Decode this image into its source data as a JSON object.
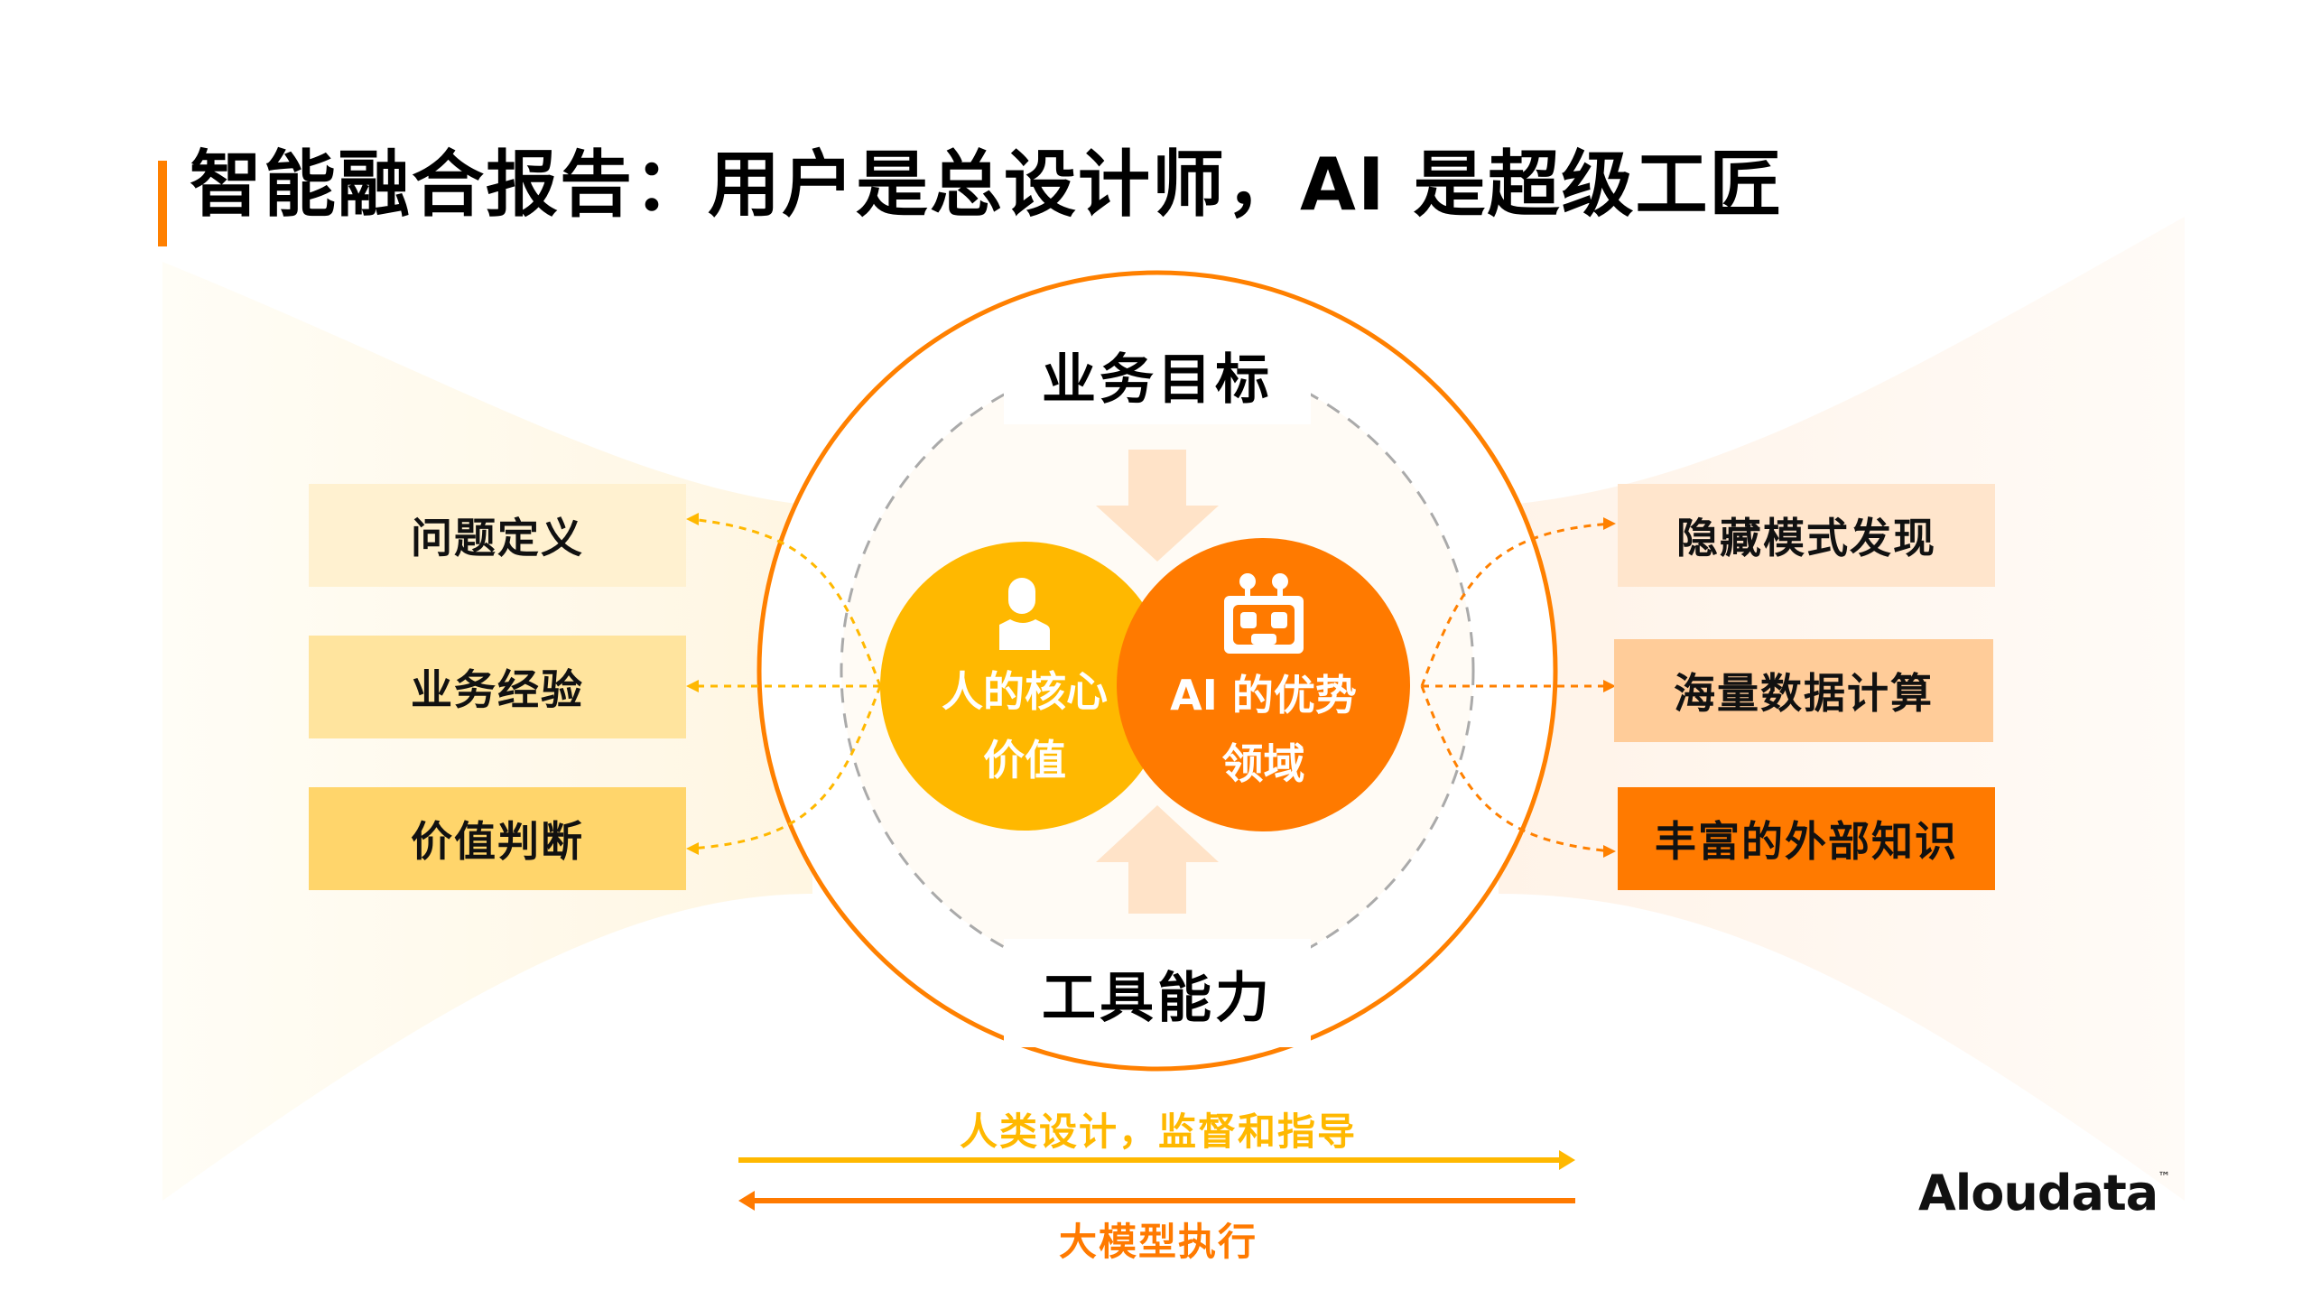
{
  "title": "智能融合报告：用户是总设计师，AI 是超级工匠",
  "colors": {
    "accent": "#FF8000",
    "human_circle": "#FFB800",
    "ai_circle": "#FF7A00",
    "left_box_1": "#FFF1D0",
    "left_box_2": "#FFE49E",
    "left_box_3": "#FFD56B",
    "right_box_1": "#FFE5CC",
    "right_box_2": "#FFCC99",
    "right_box_3": "#FF7A00"
  },
  "diagram": {
    "top_label": "业务目标",
    "bottom_label": "工具能力",
    "human": {
      "icon": "person-icon",
      "line1": "人的核心",
      "line2": "价值"
    },
    "ai": {
      "icon": "robot-icon",
      "line1": "AI 的优势",
      "line2": "领域"
    },
    "left_items": [
      "问题定义",
      "业务经验",
      "价值判断"
    ],
    "right_items": [
      "隐藏模式发现",
      "海量数据计算",
      "丰富的外部知识"
    ]
  },
  "flow": {
    "forward_label": "人类设计，监督和指导",
    "backward_label": "大模型执行"
  },
  "logo": {
    "text": "Aloudata",
    "mark": "™"
  }
}
